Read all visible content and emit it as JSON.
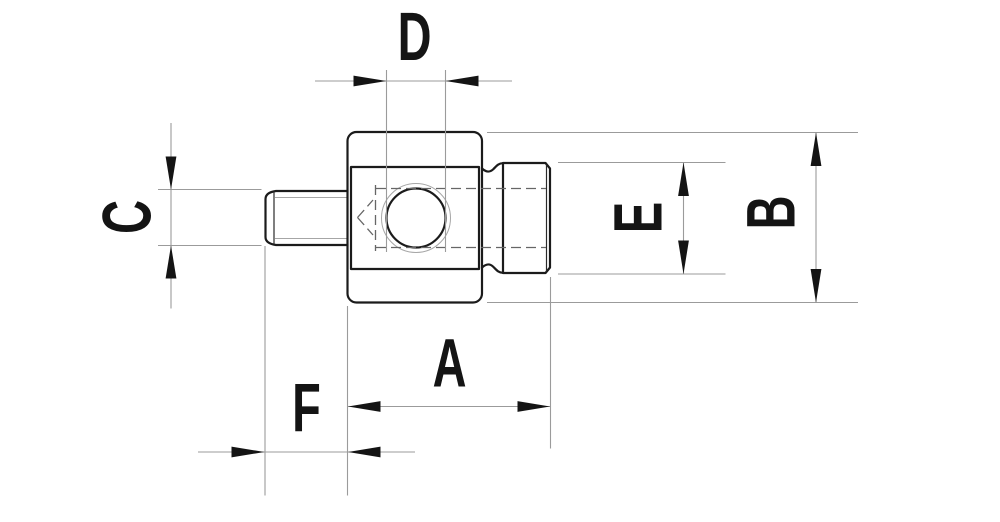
{
  "drawing": {
    "kind": "technical-dimension-drawing",
    "labels": {
      "a": "A",
      "b": "B",
      "c": "C",
      "d": "D",
      "e": "E",
      "f": "F"
    },
    "colors": {
      "background": "#ffffff",
      "outline": "#1b1b1b",
      "thin_line": "#9b9b9b",
      "hidden_line": "#666666",
      "arrow": "#141414",
      "label_text": "#141414"
    }
  }
}
